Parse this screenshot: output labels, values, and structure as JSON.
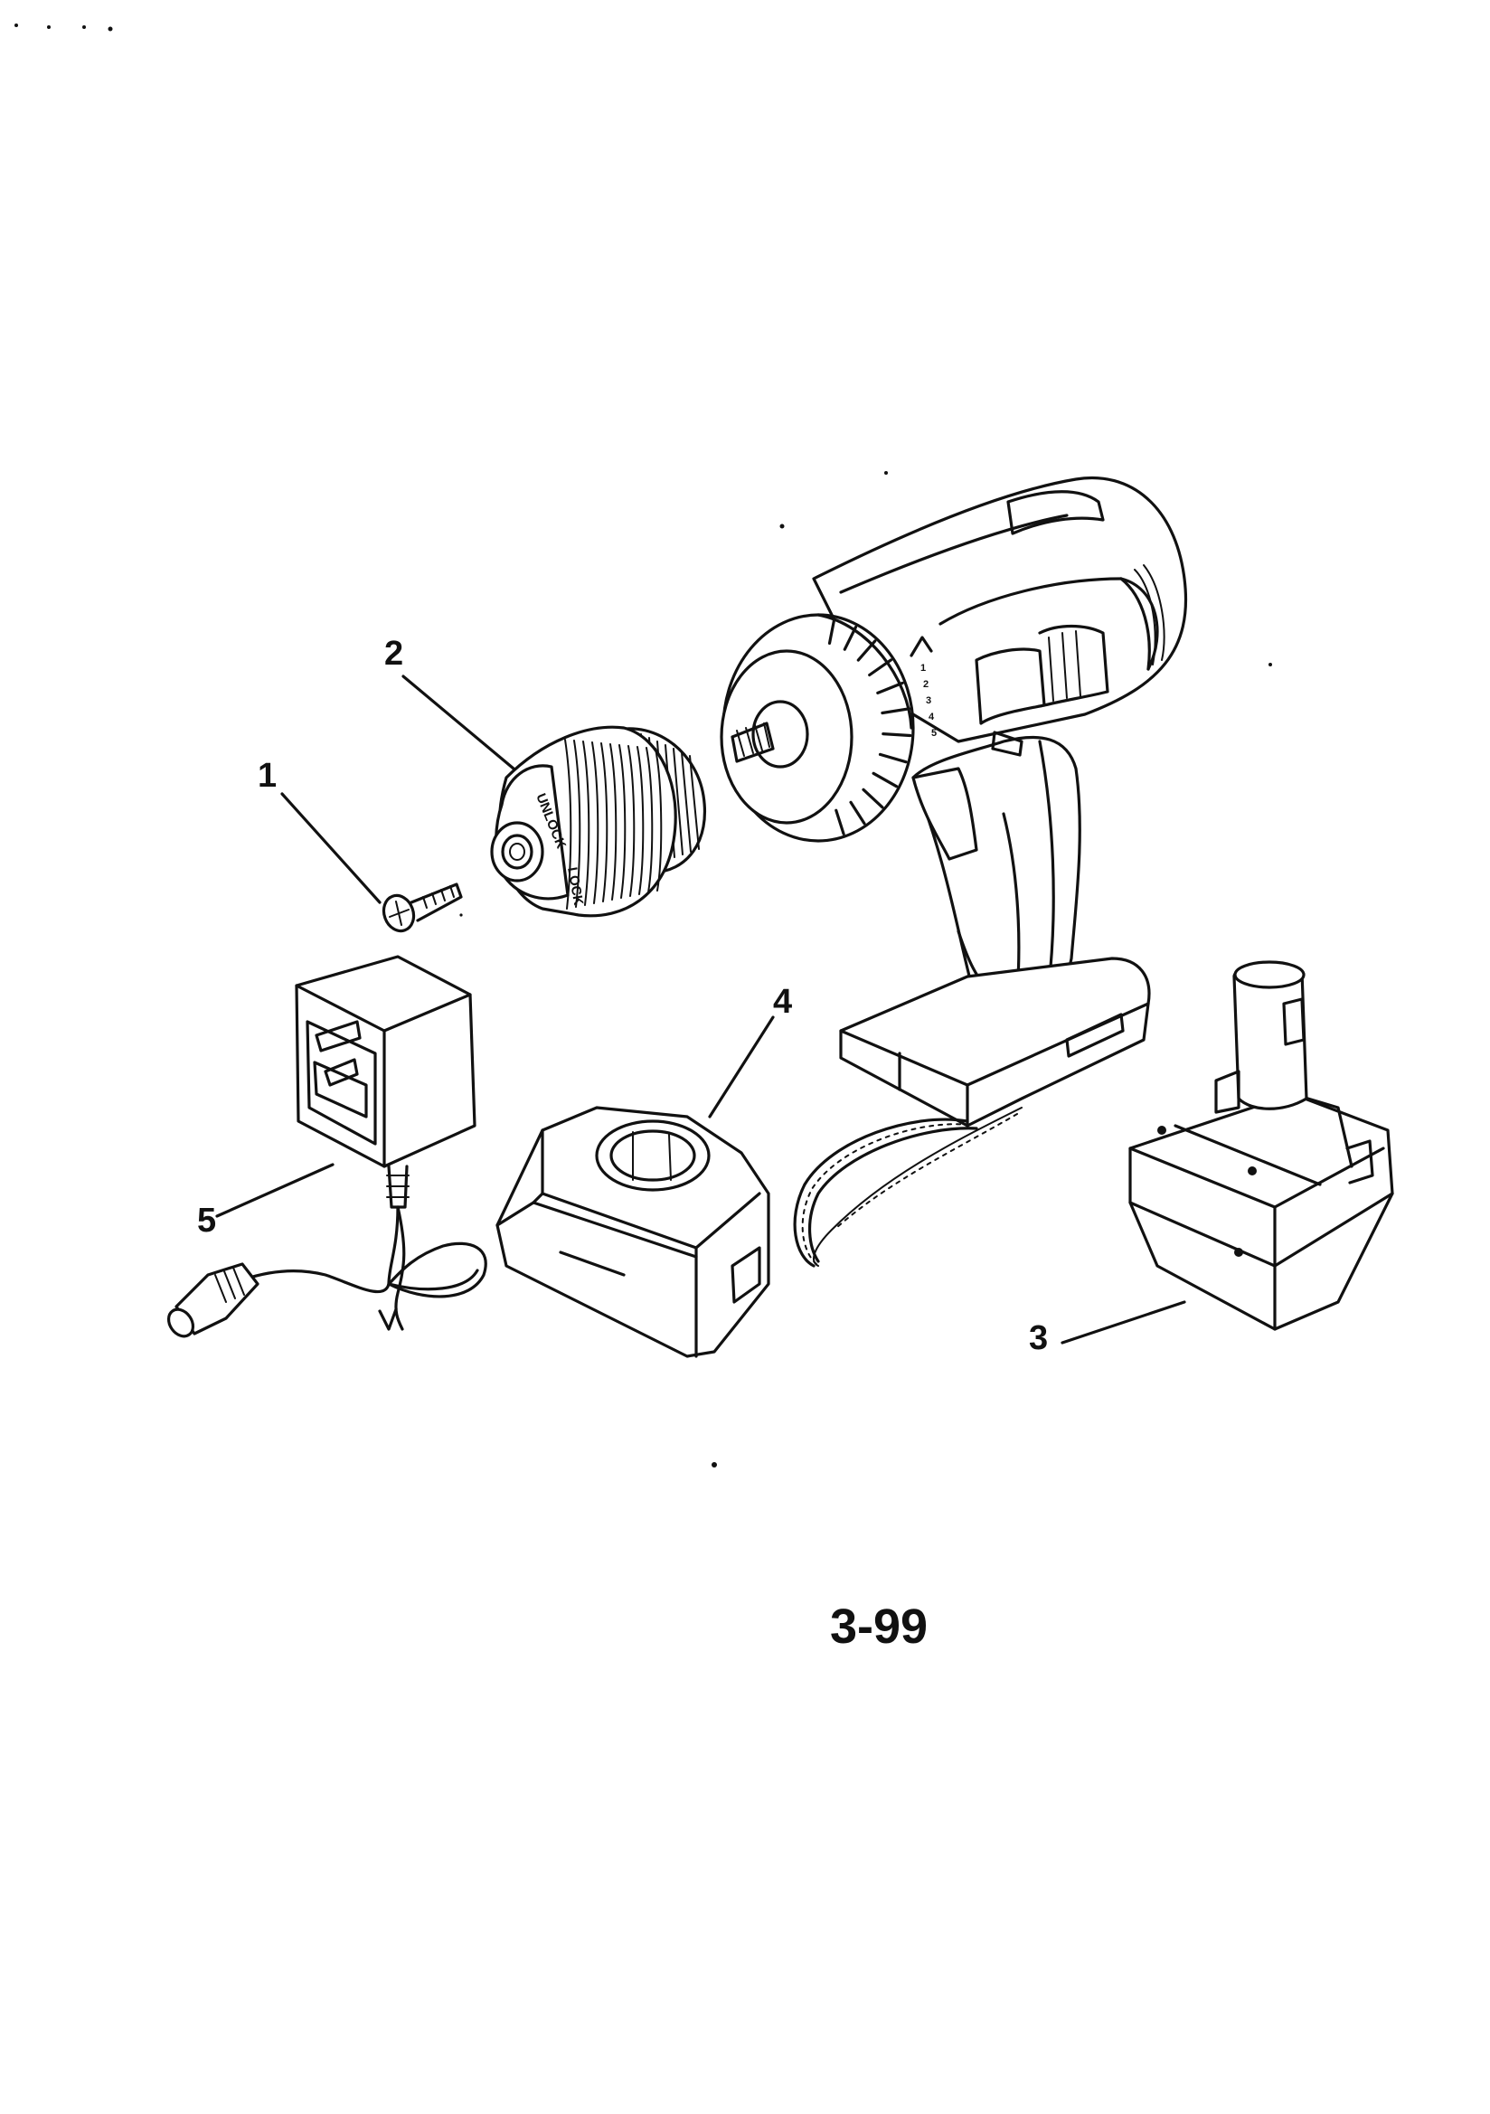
{
  "diagram": {
    "page_number": "3-99",
    "callouts": [
      {
        "id": "1",
        "label": "1",
        "part": "screw"
      },
      {
        "id": "2",
        "label": "2",
        "part": "chuck"
      },
      {
        "id": "3",
        "label": "3",
        "part": "battery pack"
      },
      {
        "id": "4",
        "label": "4",
        "part": "charger base"
      },
      {
        "id": "5",
        "label": "5",
        "part": "wall adapter"
      }
    ],
    "chuck_markings": {
      "unlock": "UNLOCK",
      "lock": "LOCK"
    },
    "clutch_dial": [
      "1",
      "2",
      "3",
      "4",
      "5"
    ]
  }
}
